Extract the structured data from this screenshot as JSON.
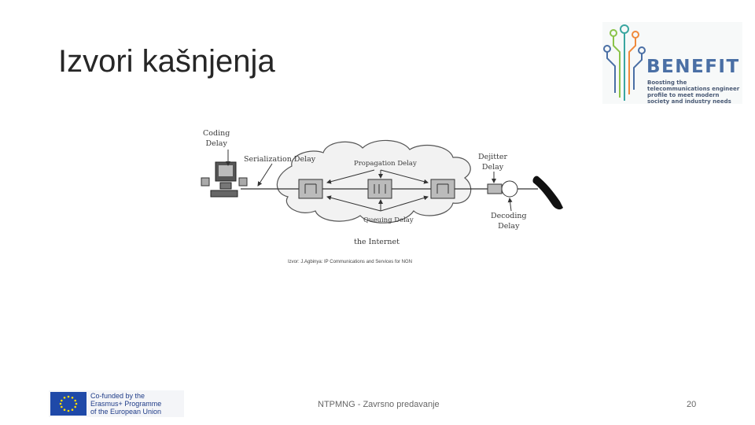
{
  "slide": {
    "title": "Izvori kašnjenja",
    "footer": "NTPMNG - Zavrsno predavanje",
    "page_number": "20"
  },
  "logo": {
    "name": "BENEFIT",
    "tagline": "Boosting the telecommunications engineer profile to meet modern society and industry needs",
    "colors": {
      "accent": "#4a6fa5",
      "green": "#8bc34a",
      "orange": "#f08a3c",
      "teal": "#3aa6a0"
    }
  },
  "diagram": {
    "labels": {
      "coding_delay": [
        "Coding",
        "Delay"
      ],
      "serialization_delay": "Serialization Delay",
      "propagation_delay": "Propagation Delay",
      "dejitter_delay": [
        "Dejitter",
        "Delay"
      ],
      "queuing_delay": "Queuing Delay",
      "decoding_delay": [
        "Decoding",
        "Delay"
      ],
      "internet": "the Internet"
    },
    "caption": "Izvor: J.Agbinya: IP Communications and Services for NGN"
  },
  "eu_badge": {
    "lines": [
      "Co-funded by the",
      "Erasmus+ Programme",
      "of the European Union"
    ],
    "flag_color": "#1f49a8",
    "star_color": "#ffdd00"
  }
}
